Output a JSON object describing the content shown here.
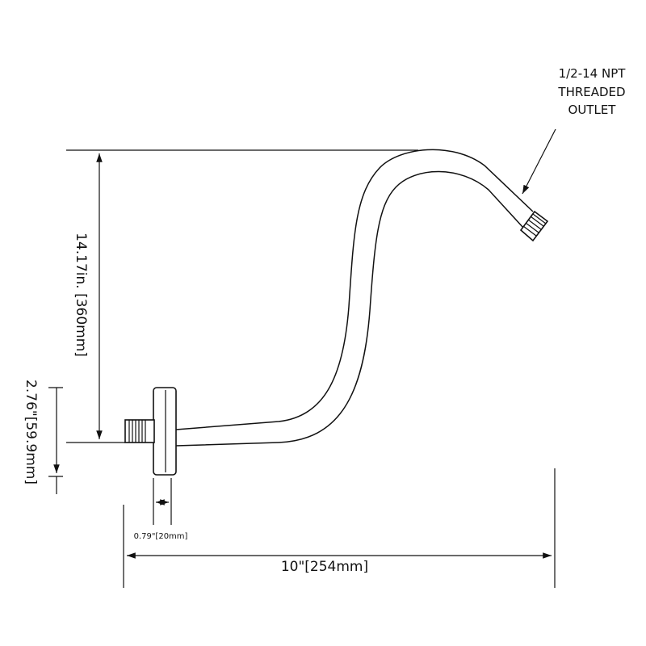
{
  "callout": {
    "line1": "1/2-14 NPT",
    "line2": "THREADED",
    "line3": "OUTLET"
  },
  "dimensions": {
    "height": "14.17in. [360mm]",
    "offset": "2.76\"[59.9mm]",
    "flange": "0.79\"[20mm]",
    "length": "10\"[254mm]"
  },
  "colors": {
    "stroke": "#111111",
    "background": "#ffffff"
  }
}
